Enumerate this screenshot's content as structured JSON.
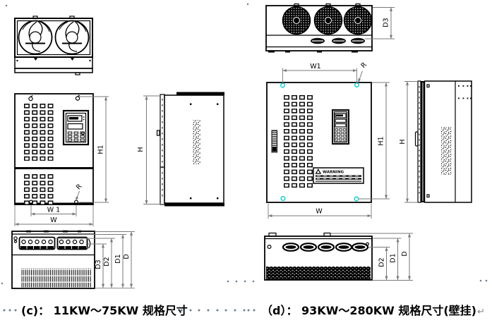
{
  "captions": {
    "c": "(c)： 11KW～75KW 规格尺寸",
    "d": "（d）： 93KW～280KW 规格尺寸(壁挂)",
    "return_mark": "↵"
  },
  "dim_labels": {
    "c": {
      "w": "W",
      "w1": "W 1",
      "h": "H",
      "h1": "H1",
      "d": "D",
      "d1": "D1",
      "d2": "D2",
      "d3": "D3",
      "r": "R"
    },
    "d": {
      "w": "W",
      "w1": "W1",
      "h": "H",
      "h1": "H1",
      "d": "D",
      "d1": "D1",
      "d2": "D2",
      "d3": "D3",
      "r": "R"
    }
  },
  "warning_label": {
    "title": "WARNING"
  },
  "icons": {
    "warning_triangle": "⚠",
    "paragraph_return": "↵"
  },
  "colors": {
    "outline": "#000000",
    "dimension": "#7a7a7a",
    "mount_hole_highlight": "#00cccc",
    "background": "#ffffff"
  }
}
